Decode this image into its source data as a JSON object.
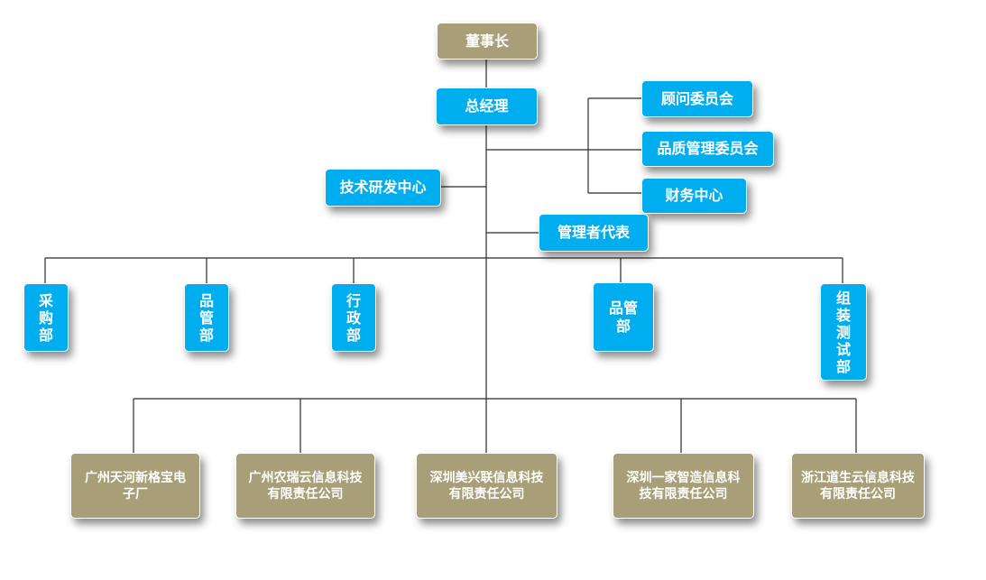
{
  "org": {
    "chairman": "董事长",
    "general_manager": "总经理",
    "advisory_committee": "顾问委员会",
    "quality_committee": "品质管理委员会",
    "finance_center": "财务中心",
    "tech_rd_center": "技术研发中心",
    "management_rep": "管理者代表",
    "departments": {
      "purchasing": "采购部",
      "quality_mgmt_1": "品管部",
      "administration": "行政部",
      "quality_mgmt_2": "品管部",
      "assembly_test": "组装测试部"
    },
    "companies": {
      "guangzhou_tianhe": "广州天河新格宝电子厂",
      "guangzhou_nongrui": "广州农瑞云信息科技有限责任公司",
      "shenzhen_meixinglian": "深圳美兴联信息科技有限责任公司",
      "shenzhen_yijia": "深圳一家智造信息科技有限责任公司",
      "zhejiang_daosheng": "浙江道生云信息科技有限责任公司"
    }
  },
  "colors": {
    "top_box": "#a89f78",
    "unit_box": "#00aeef",
    "company_box": "#a89f78",
    "connector": "#2b2b2b"
  }
}
